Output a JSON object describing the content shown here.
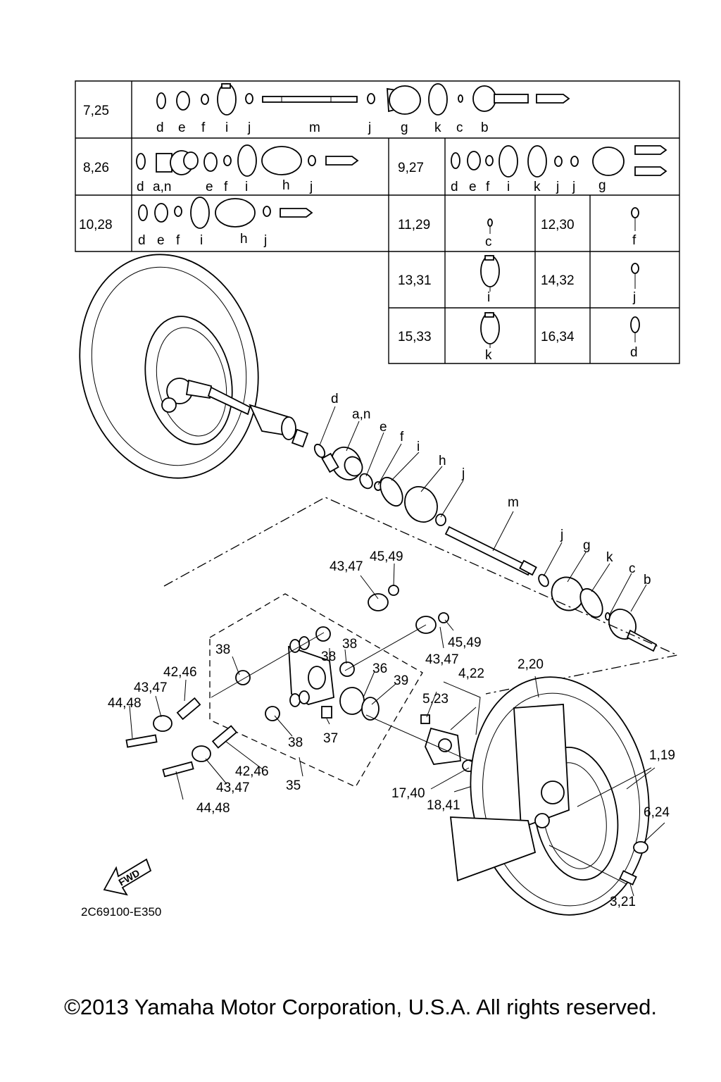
{
  "table": {
    "rows": [
      {
        "ref": "7,25",
        "letters": [
          "d",
          "e",
          "f",
          "i",
          "j",
          "m",
          "j",
          "g",
          "k",
          "c",
          "b"
        ]
      },
      {
        "ref": "8,26",
        "letters": [
          "d",
          "a,n",
          "e",
          "f",
          "i",
          "h",
          "j"
        ]
      },
      {
        "ref": "9,27",
        "letters": [
          "d",
          "e",
          "f",
          "i",
          "k",
          "j",
          "j",
          "g"
        ]
      },
      {
        "ref": "10,28",
        "letters": [
          "d",
          "e",
          "f",
          "i",
          "h",
          "j"
        ]
      },
      {
        "ref": "11,29",
        "letters": [
          "c"
        ]
      },
      {
        "ref": "12,30",
        "letters": [
          "f"
        ]
      },
      {
        "ref": "13,31",
        "letters": [
          "i"
        ]
      },
      {
        "ref": "14,32",
        "letters": [
          "j"
        ]
      },
      {
        "ref": "15,33",
        "letters": [
          "k"
        ]
      },
      {
        "ref": "16,34",
        "letters": [
          "d"
        ]
      }
    ]
  },
  "callouts": {
    "shaft_letters": [
      "d",
      "a,n",
      "e",
      "f",
      "i",
      "h",
      "j",
      "m",
      "j",
      "g",
      "k",
      "c",
      "b"
    ],
    "parts": [
      "43,47",
      "45,49",
      "38",
      "38",
      "38",
      "42,46",
      "43,47",
      "44,48",
      "36",
      "39",
      "4,22",
      "5,23",
      "45,49",
      "43,47",
      "37",
      "38",
      "42,46",
      "43,47",
      "44,48",
      "35",
      "17,40",
      "18,41",
      "2,20",
      "1,19",
      "6,24",
      "3,21"
    ]
  },
  "fwd_label": "FWD",
  "diagram_code": "2C69100-E350",
  "copyright": "©2013 Yamaha Motor Corporation, U.S.A. All rights reserved."
}
